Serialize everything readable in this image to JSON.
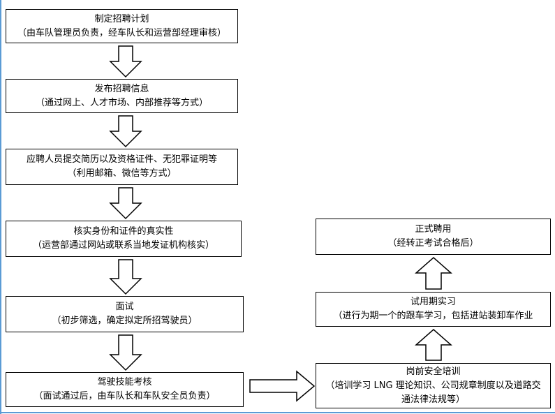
{
  "steps": [
    {
      "title": "制定招聘计划",
      "note": "（由车队管理员负责，经车队长和运营部经理审核）"
    },
    {
      "title": "发布招聘信息",
      "note": "（通过网上、人才市场、内部推荐等方式）"
    },
    {
      "title": "应聘人员提交简历以及资格证件、无犯罪证明等",
      "note": "（利用邮箱、微信等方式）"
    },
    {
      "title": "核实身份和证件的真实性",
      "note": "（运营部通过网站或联系当地发证机构核实）"
    },
    {
      "title": "面试",
      "note": "（初步筛选，确定拟定所招驾驶员）"
    },
    {
      "title": "驾驶技能考核",
      "note": "（面试通过后，由车队长和车队安全员负责）"
    },
    {
      "title": "岗前安全培训",
      "note": "（培训学习 LNG 理论知识、公司规章制度以及道路交通法律法规等）"
    },
    {
      "title": "试用期实习",
      "note": "（进行为期一个的跟车学习，包括进站装卸车作业"
    },
    {
      "title": "正式聘用",
      "note": "（经转正考试合格后）"
    }
  ]
}
